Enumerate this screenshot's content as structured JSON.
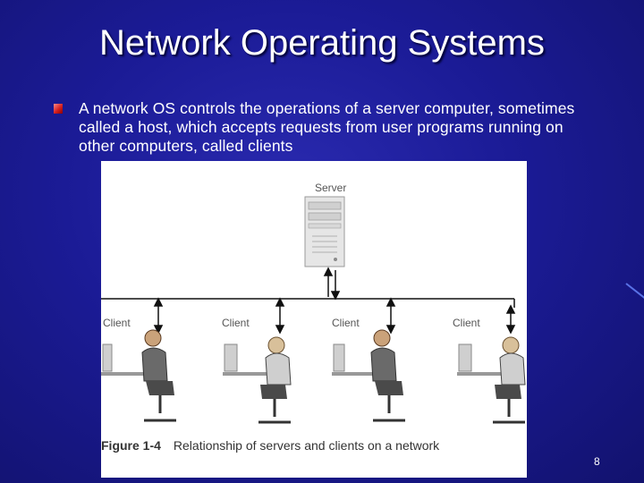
{
  "slide": {
    "title": "Network Operating Systems",
    "bullet_text": "A network OS controls the operations of a server computer, sometimes called a host, which accepts requests from user programs running on other computers, called clients",
    "page_number": "8"
  },
  "figure": {
    "server_label": "Server",
    "client_labels": [
      "Client",
      "Client",
      "Client",
      "Client"
    ],
    "caption_label": "Figure 1-4",
    "caption_text": "Relationship of servers and clients on a network"
  },
  "colors": {
    "background": "#1a1a8c",
    "bullet": "#d42020",
    "text": "#ffffff"
  }
}
